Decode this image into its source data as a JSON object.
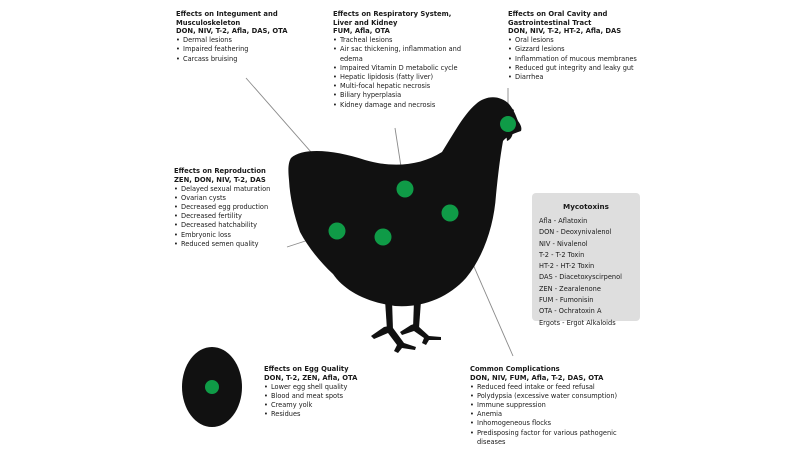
{
  "effects": {
    "integument": {
      "title": "Effects on Integument and Musculoskeleton",
      "agents": "DON, NIV, T-2, Afla, DAS, OTA",
      "items": [
        "Dermal lesions",
        "Impaired feathering",
        "Carcass bruising"
      ]
    },
    "respiratory": {
      "title": "Effects on Respiratory System, Liver and Kidney",
      "agents": "FUM, Afla, OTA",
      "items": [
        "Tracheal lesions",
        "Air sac thickening, inflammation and edema",
        "Impaired Vitamin D metabolic cycle",
        "Hepatic lipidosis (fatty liver)",
        "Multi-focal hepatic necrosis",
        "Biliary hyperplasia",
        "Kidney damage and necrosis"
      ]
    },
    "oral": {
      "title": "Effects on Oral Cavity and Gastrointestinal Tract",
      "agents": "DON, NIV, T-2, HT-2, Afla, DAS",
      "items": [
        "Oral lesions",
        "Gizzard lesions",
        "Inflammation of mucous membranes",
        "Reduced gut integrity and leaky gut",
        "Diarrhea"
      ]
    },
    "reproduction": {
      "title": "Effects on Reproduction",
      "agents": "ZEN, DON, NIV, T-2, DAS",
      "items": [
        "Delayed sexual maturation",
        "Ovarian cysts",
        "Decreased egg production",
        "Decreased fertility",
        "Decreased hatchability",
        "Embryonic loss",
        "Reduced semen quality"
      ]
    },
    "egg": {
      "title": "Effects on Egg Quality",
      "agents": "DON, T-2, ZEN, Afla, OTA",
      "items": [
        "Lower egg shell quality",
        "Blood and meat spots",
        "Creamy yolk",
        "Residues"
      ]
    },
    "complications": {
      "title": "Common Complications",
      "agents": "DON, NIV, FUM, Afla, T-2, DAS, OTA",
      "items": [
        "Reduced feed intake or feed refusal",
        "Polydypsia (excessive water consumption)",
        "Immune suppression",
        "Anemia",
        "Inhomogeneous flocks",
        "Predisposing factor for various pathogenic diseases"
      ]
    }
  },
  "legend": {
    "title": "Mycotoxins",
    "entries": [
      "Afla - Aflatoxin",
      "DON - Deoxynivalenol",
      "NIV - Nivalenol",
      "T-2 - T-2 Toxin",
      "HT-2 - HT-2 Toxin",
      "DAS - Diacetoxyscirpenol",
      "ZEN - Zearalenone",
      "FUM - Fumonisin",
      "OTA - Ochratoxin A",
      "Ergots - Ergot Alkaloids"
    ]
  },
  "colors": {
    "silhouette": "#111111",
    "marker": "#0f9b47",
    "leader_line": "#8a8a8a",
    "legend_bg": "#dedede"
  }
}
